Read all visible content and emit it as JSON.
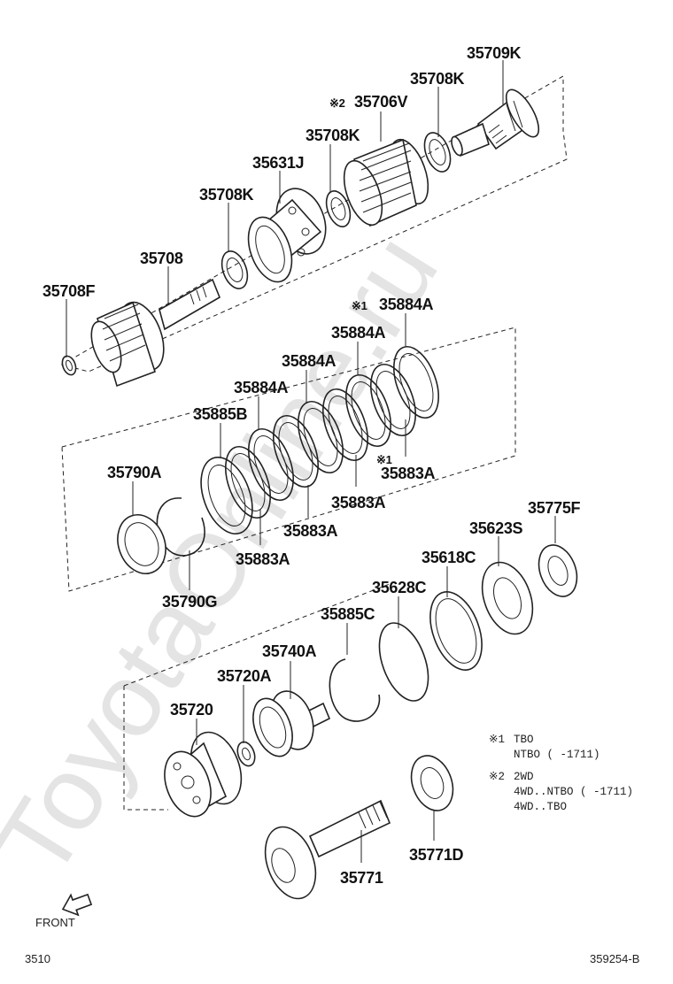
{
  "watermark": "ToyotaOnline.ru",
  "parts": {
    "p35709K": "35709K",
    "p35708K_top": "35708K",
    "p35706V": "35706V",
    "p35706V_mark": "※2",
    "p35708K_mid": "35708K",
    "p35631J": "35631J",
    "p35708K_low": "35708K",
    "p35708": "35708",
    "p35708F": "35708F",
    "p35884A_1": "35884A",
    "p35884A_1_mark": "※1",
    "p35884A_2": "35884A",
    "p35884A_3": "35884A",
    "p35884A_4": "35884A",
    "p35885B": "35885B",
    "p35790A": "35790A",
    "p35883A_1": "35883A",
    "p35883A_1_mark": "※1",
    "p35883A_2": "35883A",
    "p35883A_3": "35883A",
    "p35883A_4": "35883A",
    "p35790G": "35790G",
    "p35775F": "35775F",
    "p35623S": "35623S",
    "p35618C": "35618C",
    "p35628C": "35628C",
    "p35885C": "35885C",
    "p35740A": "35740A",
    "p35720A": "35720A",
    "p35720": "35720",
    "p35771D": "35771D",
    "p35771": "35771"
  },
  "notes": {
    "n1_mark": "※1",
    "n1_l1": "TBO",
    "n1_l2": "NTBO (     -1711)",
    "n2_mark": "※2",
    "n2_l1": "2WD",
    "n2_l2": "4WD..NTBO (     -1711)",
    "n2_l3": "4WD..TBO"
  },
  "footer": {
    "front": "FRONT",
    "page_code": "3510",
    "diagram_id": "359254-B"
  },
  "icons": {
    "front_arrow": "arrow-icon"
  }
}
